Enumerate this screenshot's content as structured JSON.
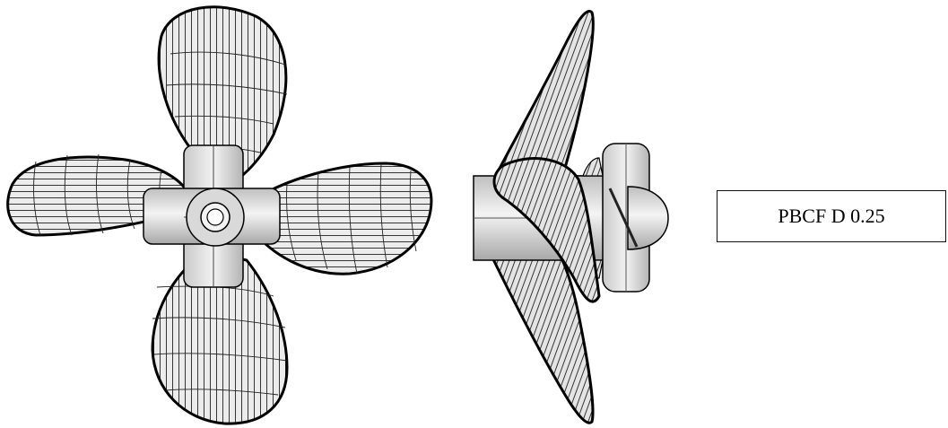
{
  "figure": {
    "label": "PBCF D 0.25"
  },
  "views": [
    {
      "name": "front-view",
      "subject": "propeller",
      "blade_count": 4
    },
    {
      "name": "side-view",
      "subject": "propeller"
    }
  ],
  "colors": {
    "blade_fill": "#e9e9e9",
    "mesh_line": "#1a1a1a",
    "hub_fill": "#dcdcdc",
    "outline": "#000000",
    "background": "#ffffff"
  }
}
